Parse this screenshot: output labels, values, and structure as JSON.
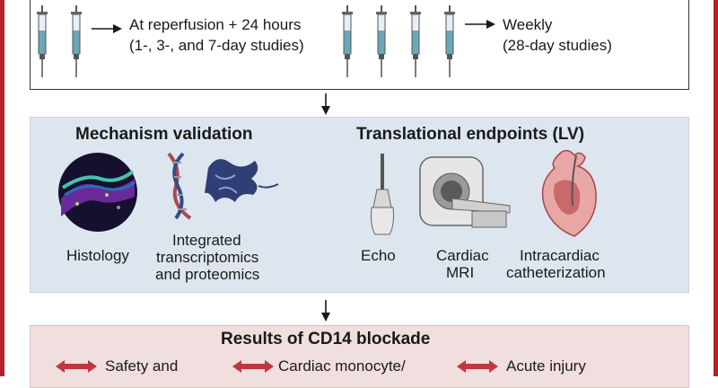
{
  "dosing": {
    "schedule_1": "At reperfusion + 24 hours",
    "schedule_1_detail": "(1-, 3-, and 7-day studies)",
    "schedule_2": "Weekly",
    "schedule_2_detail": "(28-day studies)"
  },
  "mechanism": {
    "title": "Mechanism validation",
    "histology_label": "Histology",
    "omics_label_1": "Integrated",
    "omics_label_2": "transcriptomics",
    "omics_label_3": "and proteomics"
  },
  "translational": {
    "title": "Translational endpoints (LV)",
    "echo_label": "Echo",
    "mri_label_1": "Cardiac",
    "mri_label_2": "MRI",
    "cath_label_1": "Intracardiac",
    "cath_label_2": "catheterization"
  },
  "results": {
    "title": "Results of CD14 blockade",
    "item_1": "Safety and",
    "item_2": "Cardiac monocyte/",
    "item_3": "Acute injury"
  },
  "colors": {
    "frame_red": "#b3202a",
    "panel_blue": "#dde6ef",
    "panel_red": "#f1dede",
    "arrow_red": "#c0383e"
  }
}
